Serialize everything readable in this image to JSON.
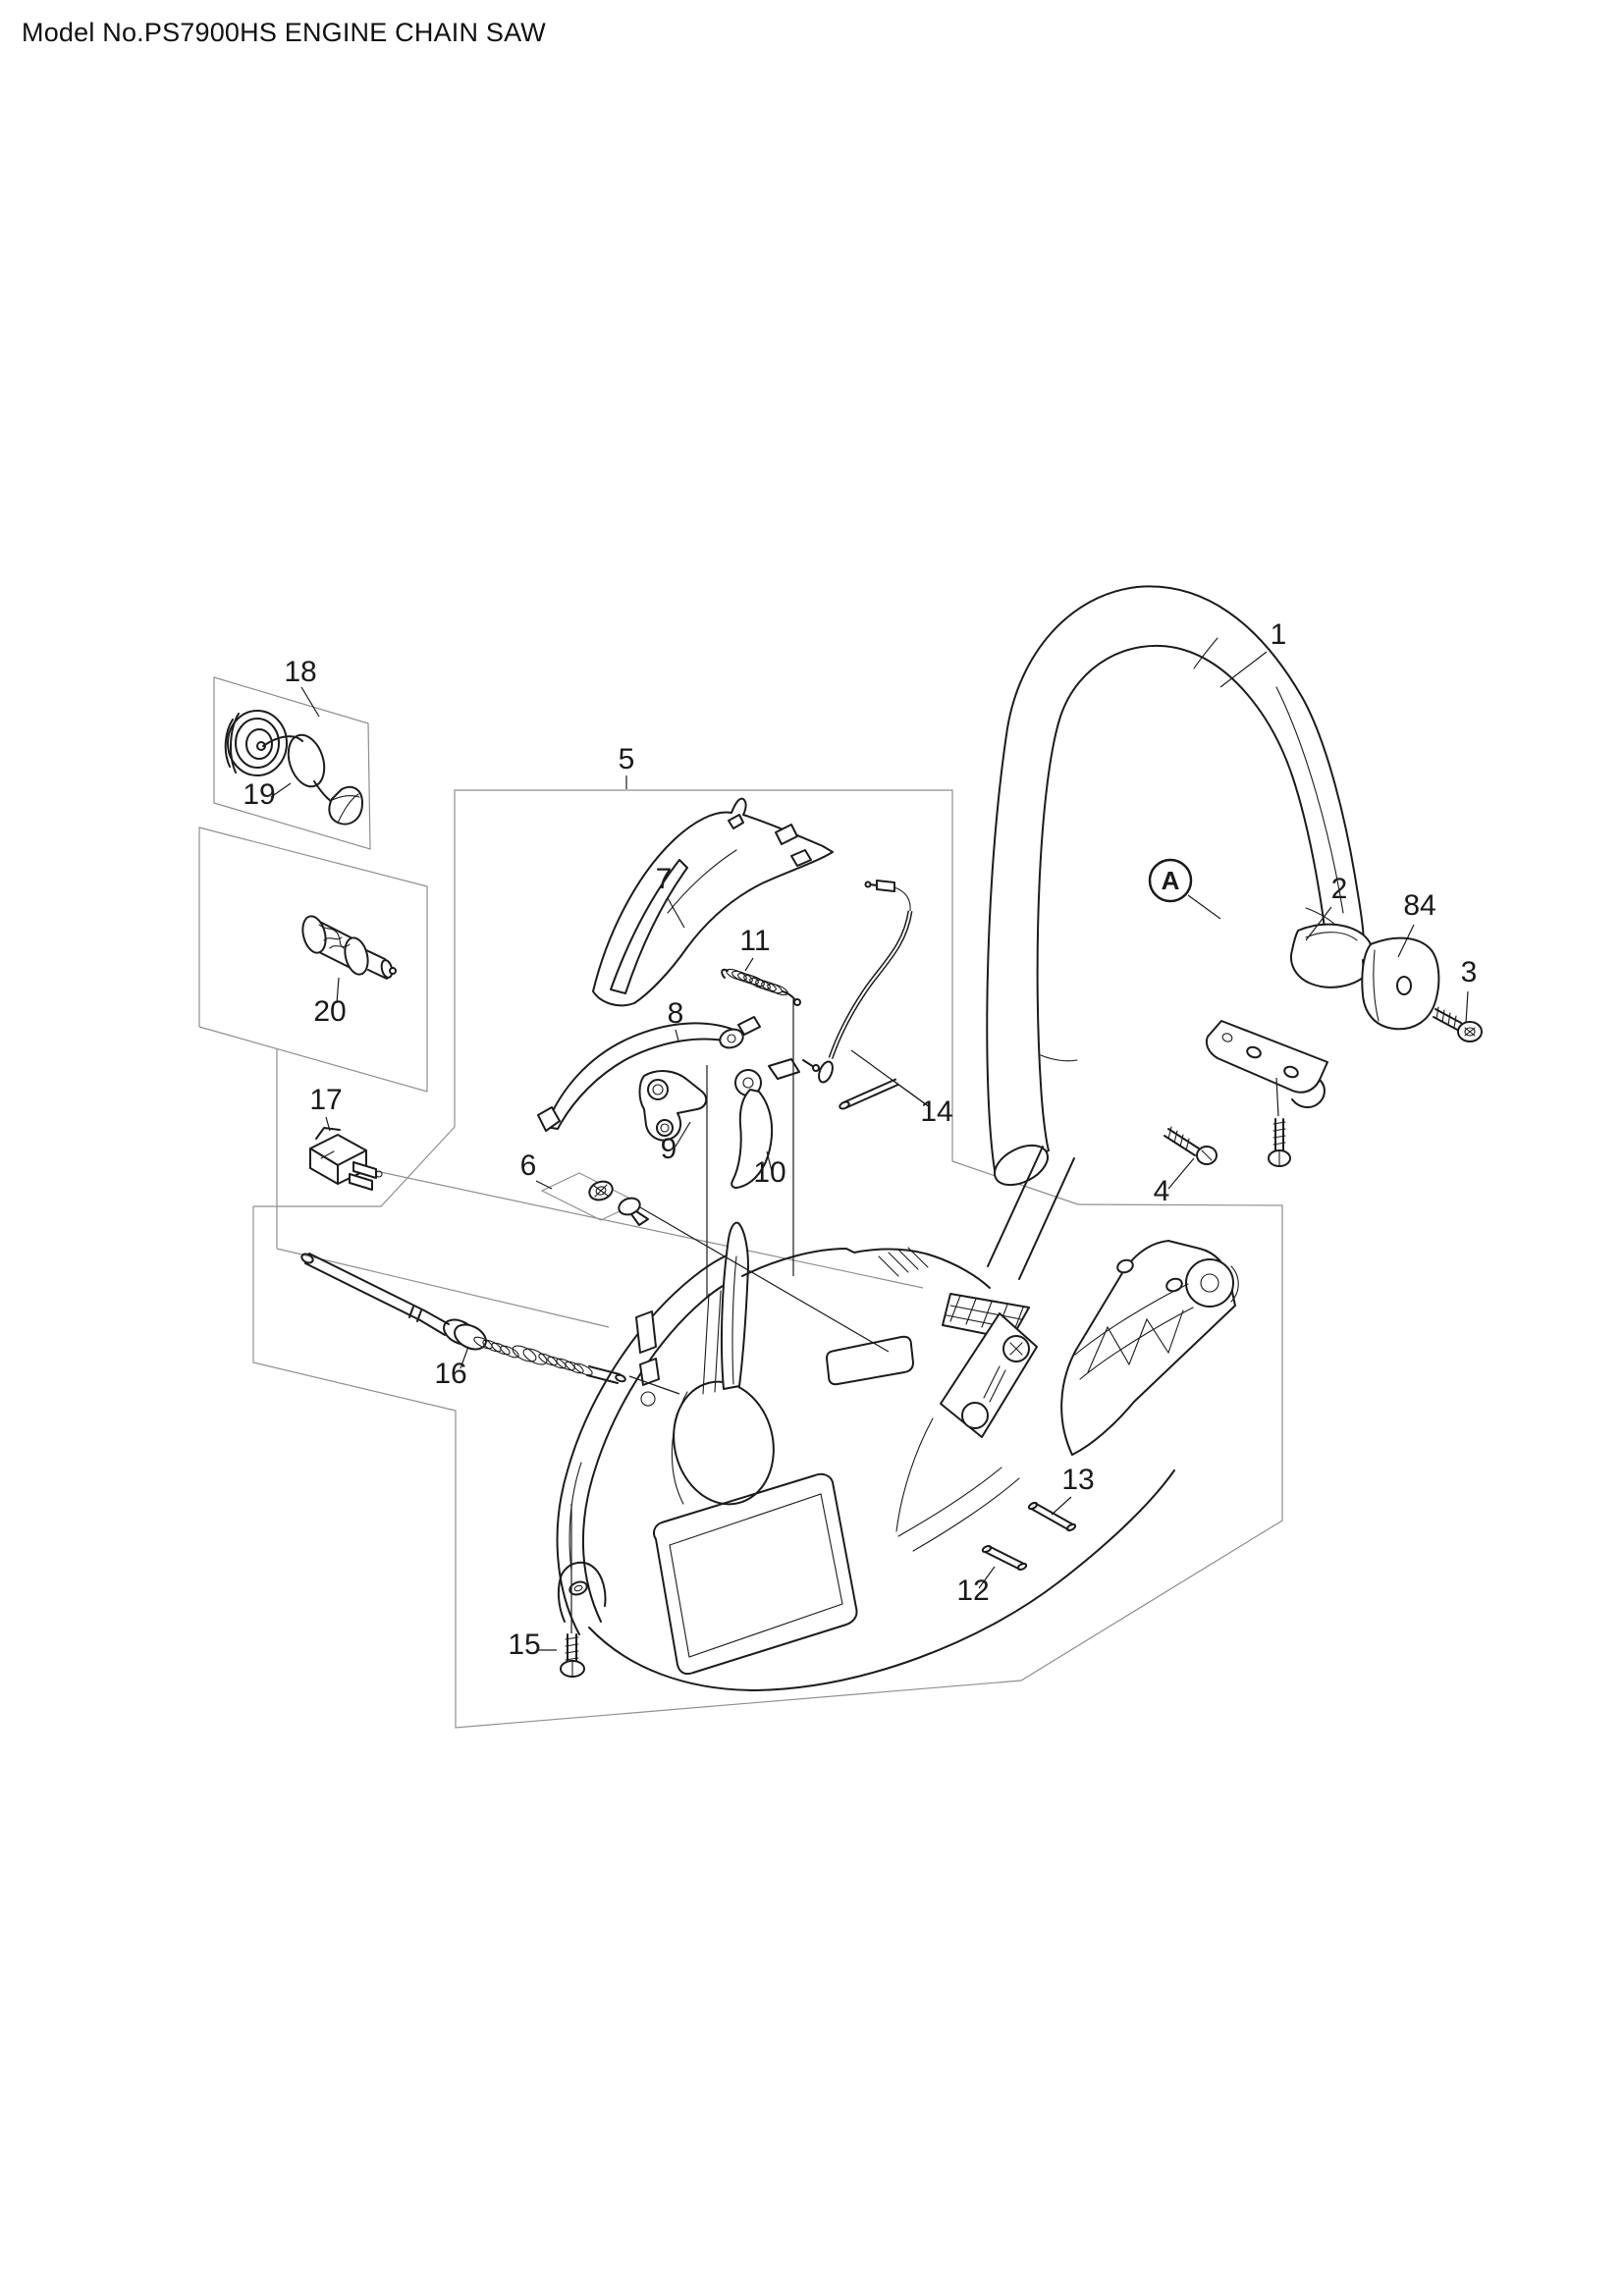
{
  "title": "Model No.PS7900HS ENGINE CHAIN SAW",
  "diagram": {
    "type": "exploded-parts-diagram",
    "view_marker": "A",
    "callouts": [
      {
        "id": "1",
        "label": "1"
      },
      {
        "id": "2",
        "label": "2"
      },
      {
        "id": "3",
        "label": "3"
      },
      {
        "id": "84",
        "label": "84"
      },
      {
        "id": "4",
        "label": "4"
      },
      {
        "id": "5",
        "label": "5"
      },
      {
        "id": "6",
        "label": "6"
      },
      {
        "id": "7",
        "label": "7"
      },
      {
        "id": "8",
        "label": "8"
      },
      {
        "id": "9",
        "label": "9"
      },
      {
        "id": "10",
        "label": "10"
      },
      {
        "id": "11",
        "label": "11"
      },
      {
        "id": "12",
        "label": "12"
      },
      {
        "id": "13",
        "label": "13"
      },
      {
        "id": "14",
        "label": "14"
      },
      {
        "id": "15",
        "label": "15"
      },
      {
        "id": "16",
        "label": "16"
      },
      {
        "id": "17",
        "label": "17"
      },
      {
        "id": "18",
        "label": "18"
      },
      {
        "id": "19",
        "label": "19"
      },
      {
        "id": "20",
        "label": "20"
      }
    ]
  }
}
